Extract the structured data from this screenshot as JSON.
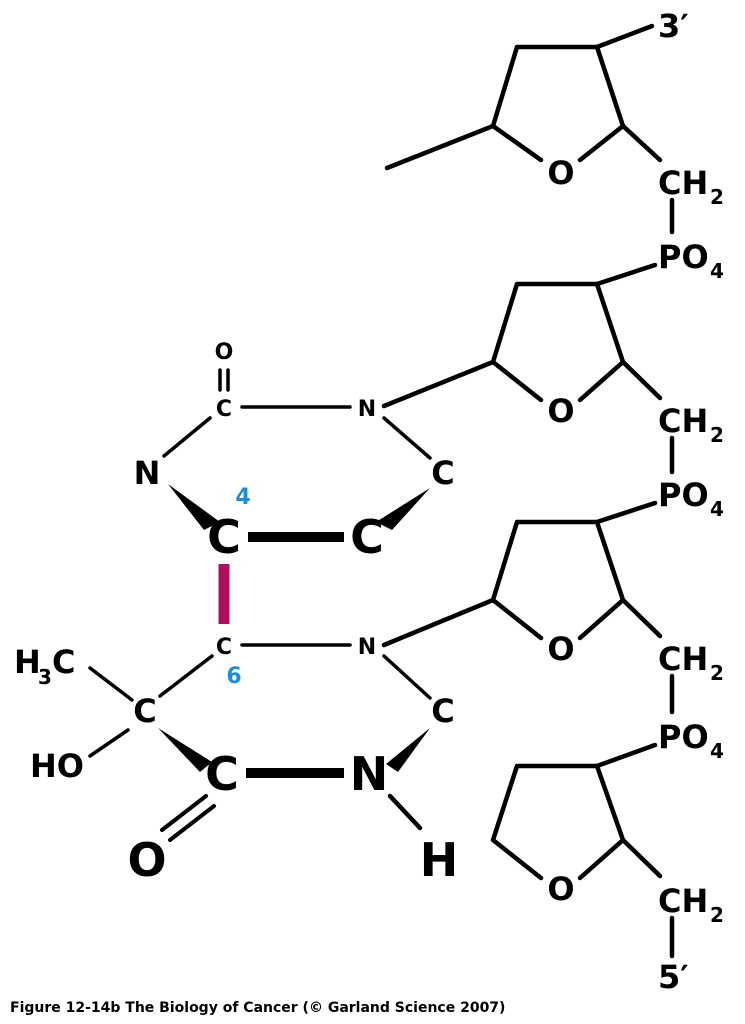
{
  "caption": "Figure 12-14b  The Biology of Cancer (© Garland Science 2007)",
  "colors": {
    "bond": "#000000",
    "crosslink": "#b0105a",
    "position_label": "#1a8fd8"
  },
  "backbone": {
    "end_top": "3′",
    "end_bottom": "5′",
    "ring_oxygen": "O",
    "ch2_main": "CH",
    "ch2_sub": "2",
    "po4_main": "PO",
    "po4_sub": "4"
  },
  "upper_base": {
    "carbonyl_o": "O",
    "c2": "C",
    "n1": "N",
    "n3": "N",
    "c6": "C",
    "c4": "C",
    "c5": "C",
    "pos4": "4"
  },
  "lower_base": {
    "c6": "C",
    "pos6": "6",
    "n1": "N",
    "c_right": "C",
    "c5": "C",
    "methyl_main": "H",
    "methyl_sub": "3",
    "methyl_tail": "C",
    "hydroxyl": "HO",
    "c4": "C",
    "n3": "N",
    "h": "H",
    "carbonyl_o": "O"
  }
}
